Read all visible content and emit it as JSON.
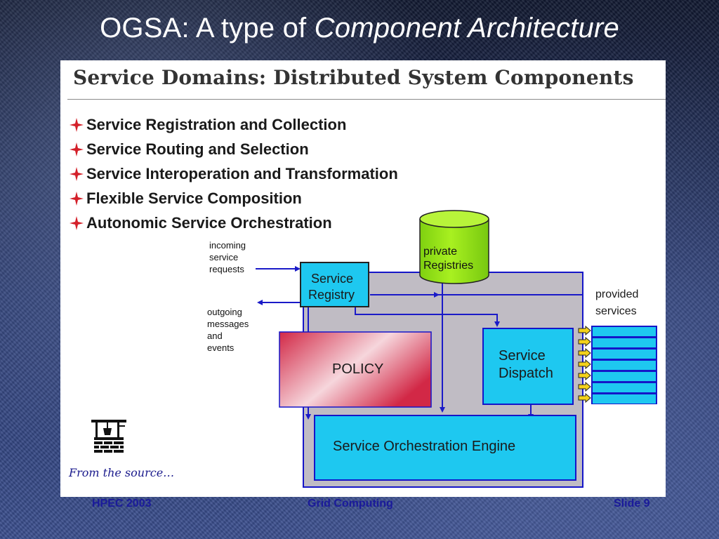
{
  "slide": {
    "title_plain": "OGSA: A type of ",
    "title_italic": "Component Architecture"
  },
  "panel": {
    "title": "Service Domains: Distributed System Components",
    "bullets": [
      "Service Registration and Collection",
      "Service Routing and Selection",
      "Service Interoperation and Transformation",
      "Flexible Service Composition",
      "Autonomic Service Orchestration"
    ],
    "source_note": "From the source…"
  },
  "diagram": {
    "incoming_label": [
      "incoming",
      "service",
      "requests"
    ],
    "outgoing_label": [
      "outgoing",
      "messages",
      "and",
      "events"
    ],
    "private_registries": [
      "private",
      "Registries"
    ],
    "service_registry": [
      "Service",
      "Registry"
    ],
    "policy": "POLICY",
    "service_dispatch": [
      "Service",
      "Dispatch"
    ],
    "orchestration_engine": "Service Orchestration Engine",
    "provided_services": [
      "provided",
      "services"
    ],
    "colors": {
      "box_fill": "#1ec8f0",
      "box_border": "#1515c8",
      "frame_fill": "#c0bcc4",
      "cylinder": "#96e614",
      "policy_dark": "#d22846",
      "arrow": "#1a1ac8"
    }
  },
  "footer": {
    "left": "HPEC 2003",
    "center": "Grid Computing",
    "right": "Slide 9"
  }
}
